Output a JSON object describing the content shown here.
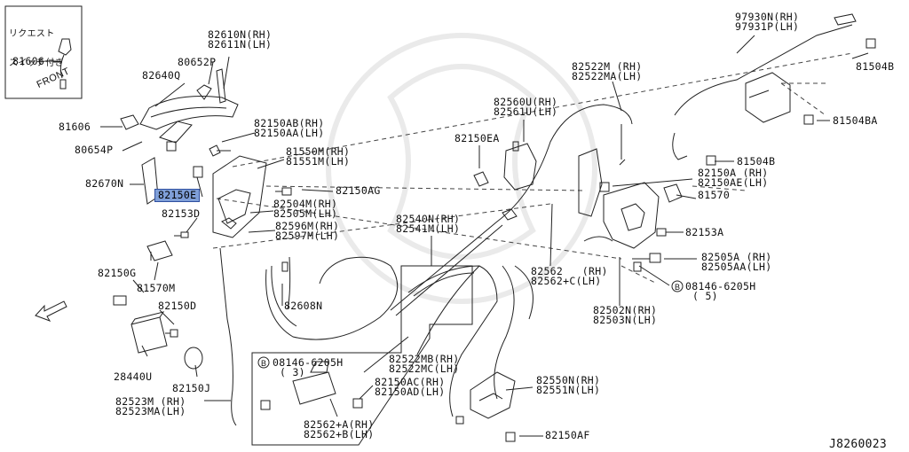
{
  "diagram": {
    "id": "J8260023",
    "inset_title": [
      "リクエスト",
      "スイッチ付き"
    ],
    "front_label": "FRONT",
    "highlight_color": "#7f9fd8"
  },
  "parts": [
    {
      "id": "p_inset_81606",
      "lines": [
        "81606"
      ]
    },
    {
      "id": "p_82610N",
      "lines": [
        "82610N(RH)",
        "82611N(LH)"
      ]
    },
    {
      "id": "p_80652P",
      "lines": [
        "80652P"
      ]
    },
    {
      "id": "p_82640Q",
      "lines": [
        "82640Q"
      ]
    },
    {
      "id": "p_81606",
      "lines": [
        "81606"
      ]
    },
    {
      "id": "p_80654P",
      "lines": [
        "80654P"
      ]
    },
    {
      "id": "p_82150AB",
      "lines": [
        "82150AB(RH)",
        "82150AA(LH)"
      ]
    },
    {
      "id": "p_81550M",
      "lines": [
        "81550M(RH)",
        "81551M(LH)"
      ]
    },
    {
      "id": "p_82670N",
      "lines": [
        "82670N"
      ]
    },
    {
      "id": "p_82150E",
      "lines": [
        "82150E"
      ],
      "highlight": true
    },
    {
      "id": "p_82150AG",
      "lines": [
        "82150AG"
      ]
    },
    {
      "id": "p_82153D",
      "lines": [
        "82153D"
      ]
    },
    {
      "id": "p_82504M",
      "lines": [
        "82504M(RH)",
        "82505M(LH)"
      ]
    },
    {
      "id": "p_82596M",
      "lines": [
        "82596M(RH)",
        "82597M(LH)"
      ]
    },
    {
      "id": "p_82150G",
      "lines": [
        "82150G"
      ]
    },
    {
      "id": "p_81570M",
      "lines": [
        "81570M"
      ]
    },
    {
      "id": "p_82150D",
      "lines": [
        "82150D"
      ]
    },
    {
      "id": "p_28440U",
      "lines": [
        "28440U"
      ]
    },
    {
      "id": "p_82150J",
      "lines": [
        "82150J"
      ]
    },
    {
      "id": "p_82523M",
      "lines": [
        "82523M (RH)",
        "82523MA(LH)"
      ]
    },
    {
      "id": "p_82608N",
      "lines": [
        "82608N"
      ]
    },
    {
      "id": "p_82540N",
      "lines": [
        "82540N(RH)",
        "82541M(LH)"
      ]
    },
    {
      "id": "p_08146_a",
      "lines": [
        "08146-6205H",
        "( 3)"
      ]
    },
    {
      "id": "p_82522MB",
      "lines": [
        "82522MB(RH)",
        "82522MC(LH)"
      ]
    },
    {
      "id": "p_82150AC",
      "lines": [
        "82150AC(RH)",
        "82150AD(LH)"
      ]
    },
    {
      "id": "p_82562A",
      "lines": [
        "82562+A(RH)",
        "82562+B(LH)"
      ]
    },
    {
      "id": "p_82560U",
      "lines": [
        "82560U(RH)",
        "82561U(LH)"
      ]
    },
    {
      "id": "p_82150EA",
      "lines": [
        "82150EA"
      ]
    },
    {
      "id": "p_82522M",
      "lines": [
        "82522M (RH)",
        "82522MA(LH)"
      ]
    },
    {
      "id": "p_82562",
      "lines": [
        "82562   (RH)",
        "82562+C(LH)"
      ]
    },
    {
      "id": "p_82550N",
      "lines": [
        "82550N(RH)",
        "82551N(LH)"
      ]
    },
    {
      "id": "p_82150AF",
      "lines": [
        "82150AF"
      ]
    },
    {
      "id": "p_97930N",
      "lines": [
        "97930N(RH)",
        "97931P(LH)"
      ]
    },
    {
      "id": "p_81504B_top",
      "lines": [
        "81504B"
      ]
    },
    {
      "id": "p_81504BA",
      "lines": [
        "81504BA"
      ]
    },
    {
      "id": "p_81504B",
      "lines": [
        "81504B"
      ]
    },
    {
      "id": "p_82150A",
      "lines": [
        "82150A (RH)",
        "82150AE(LH)"
      ]
    },
    {
      "id": "p_81570",
      "lines": [
        "81570"
      ]
    },
    {
      "id": "p_82153A",
      "lines": [
        "82153A"
      ]
    },
    {
      "id": "p_82505A",
      "lines": [
        "82505A (RH)",
        "82505AA(LH)"
      ]
    },
    {
      "id": "p_08146_b",
      "lines": [
        "08146-6205H",
        "( 5)"
      ]
    },
    {
      "id": "p_82502N",
      "lines": [
        "82502N(RH)",
        "82503N(LH)"
      ]
    }
  ]
}
